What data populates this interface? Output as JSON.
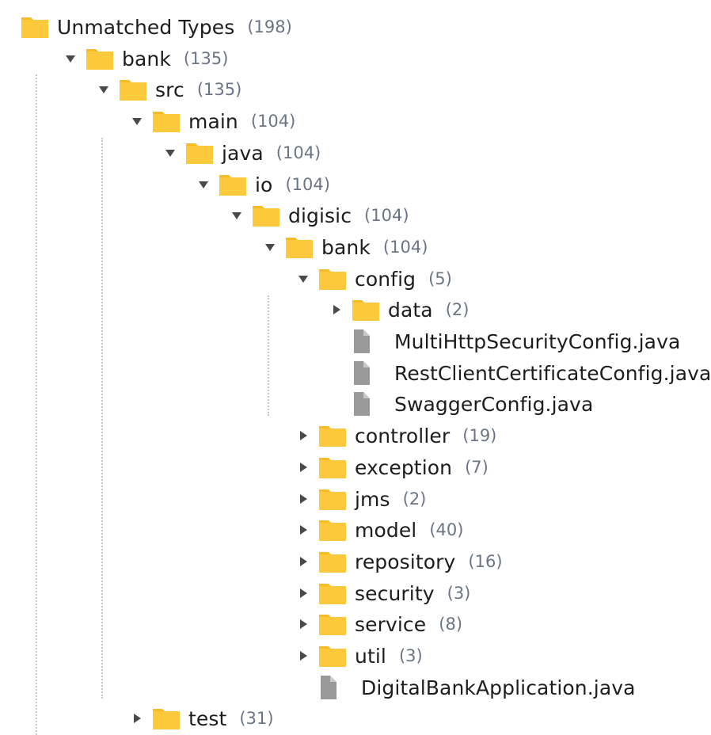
{
  "tree": {
    "nodes": [
      {
        "depth": 0,
        "toggle": "none",
        "kind": "folder",
        "label": "Unmatched Types",
        "count": "(198)"
      },
      {
        "depth": 1,
        "toggle": "expanded",
        "kind": "folder",
        "label": "bank",
        "count": "(135)"
      },
      {
        "depth": 2,
        "toggle": "expanded",
        "kind": "folder",
        "label": "src",
        "count": "(135)"
      },
      {
        "depth": 3,
        "toggle": "expanded",
        "kind": "folder",
        "label": "main",
        "count": "(104)"
      },
      {
        "depth": 4,
        "toggle": "expanded",
        "kind": "folder",
        "label": "java",
        "count": "(104)"
      },
      {
        "depth": 5,
        "toggle": "expanded",
        "kind": "folder",
        "label": "io",
        "count": "(104)"
      },
      {
        "depth": 6,
        "toggle": "expanded",
        "kind": "folder",
        "label": "digisic",
        "count": "(104)"
      },
      {
        "depth": 7,
        "toggle": "expanded",
        "kind": "folder",
        "label": "bank",
        "count": "(104)"
      },
      {
        "depth": 8,
        "toggle": "expanded",
        "kind": "folder",
        "label": "config",
        "count": "(5)"
      },
      {
        "depth": 9,
        "toggle": "collapsed",
        "kind": "folder",
        "label": "data",
        "count": "(2)"
      },
      {
        "depth": 9,
        "toggle": "none",
        "kind": "file",
        "label": "MultiHttpSecurityConfig.java",
        "count": ""
      },
      {
        "depth": 9,
        "toggle": "none",
        "kind": "file",
        "label": "RestClientCertificateConfig.java",
        "count": ""
      },
      {
        "depth": 9,
        "toggle": "none",
        "kind": "file",
        "label": "SwaggerConfig.java",
        "count": ""
      },
      {
        "depth": 8,
        "toggle": "collapsed",
        "kind": "folder",
        "label": "controller",
        "count": "(19)"
      },
      {
        "depth": 8,
        "toggle": "collapsed",
        "kind": "folder",
        "label": "exception",
        "count": "(7)"
      },
      {
        "depth": 8,
        "toggle": "collapsed",
        "kind": "folder",
        "label": "jms",
        "count": "(2)"
      },
      {
        "depth": 8,
        "toggle": "collapsed",
        "kind": "folder",
        "label": "model",
        "count": "(40)"
      },
      {
        "depth": 8,
        "toggle": "collapsed",
        "kind": "folder",
        "label": "repository",
        "count": "(16)"
      },
      {
        "depth": 8,
        "toggle": "collapsed",
        "kind": "folder",
        "label": "security",
        "count": "(3)"
      },
      {
        "depth": 8,
        "toggle": "collapsed",
        "kind": "folder",
        "label": "service",
        "count": "(8)"
      },
      {
        "depth": 8,
        "toggle": "collapsed",
        "kind": "folder",
        "label": "util",
        "count": "(3)"
      },
      {
        "depth": 8,
        "toggle": "none",
        "kind": "file",
        "label": "DigitalBankApplication.java",
        "count": ""
      },
      {
        "depth": 3,
        "toggle": "collapsed",
        "kind": "folder",
        "label": "test",
        "count": "(31)"
      }
    ]
  },
  "colors": {
    "folder": "#fcc93c",
    "folder_tab": "#f6bb26",
    "file": "#9a9a9a",
    "file_fold": "#c9c9c9",
    "arrow": "#4a4a4a",
    "count_text": "#6b7585",
    "guide_line": "#c4c4c4"
  },
  "icons": {
    "folder": "folder-icon",
    "file": "file-icon",
    "expanded": "caret-down-icon",
    "collapsed": "caret-right-icon"
  }
}
